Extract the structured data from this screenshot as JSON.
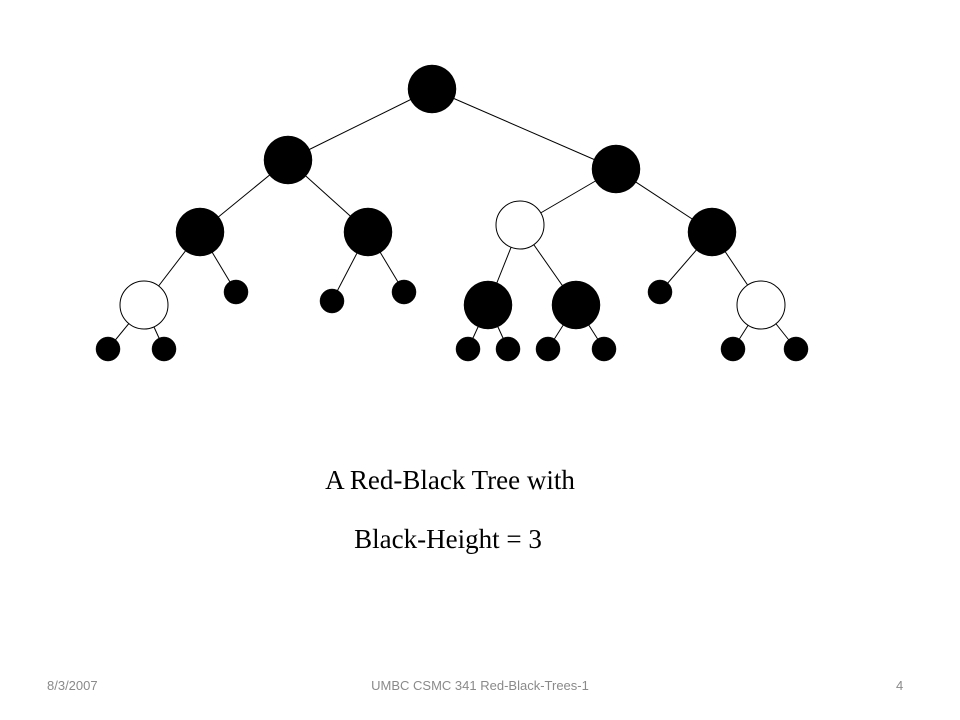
{
  "slide": {
    "caption_line_1": "A Red-Black Tree with",
    "caption_line_2": "Black-Height = 3",
    "footer_date": "8/3/2007",
    "footer_title": "UMBC CSMC 341 Red-Black-Trees-1",
    "footer_page": "4"
  },
  "tree": {
    "colors": {
      "black": "#000000",
      "red_shown_as_white": "#ffffff",
      "stroke": "#000000"
    },
    "nodes": [
      {
        "id": "root",
        "kind": "black",
        "size": "large"
      },
      {
        "id": "l",
        "kind": "black",
        "size": "large"
      },
      {
        "id": "r",
        "kind": "black",
        "size": "large"
      },
      {
        "id": "ll",
        "kind": "black",
        "size": "large"
      },
      {
        "id": "lr",
        "kind": "black",
        "size": "large"
      },
      {
        "id": "rl",
        "kind": "red",
        "size": "large"
      },
      {
        "id": "rr",
        "kind": "black",
        "size": "large"
      },
      {
        "id": "lll",
        "kind": "red",
        "size": "large"
      },
      {
        "id": "llr",
        "kind": "black",
        "size": "small"
      },
      {
        "id": "lrl",
        "kind": "black",
        "size": "small"
      },
      {
        "id": "lrr",
        "kind": "black",
        "size": "small"
      },
      {
        "id": "rll",
        "kind": "black",
        "size": "large"
      },
      {
        "id": "rlr",
        "kind": "black",
        "size": "large"
      },
      {
        "id": "rrl",
        "kind": "black",
        "size": "small"
      },
      {
        "id": "rrr",
        "kind": "red",
        "size": "large"
      },
      {
        "id": "llll",
        "kind": "black",
        "size": "small"
      },
      {
        "id": "lllr",
        "kind": "black",
        "size": "small"
      },
      {
        "id": "rlll",
        "kind": "black",
        "size": "small"
      },
      {
        "id": "rllr",
        "kind": "black",
        "size": "small"
      },
      {
        "id": "rlrl",
        "kind": "black",
        "size": "small"
      },
      {
        "id": "rlrr",
        "kind": "black",
        "size": "small"
      },
      {
        "id": "rrrl",
        "kind": "black",
        "size": "small"
      },
      {
        "id": "rrrr",
        "kind": "black",
        "size": "small"
      }
    ],
    "edges": [
      [
        "root",
        "l"
      ],
      [
        "root",
        "r"
      ],
      [
        "l",
        "ll"
      ],
      [
        "l",
        "lr"
      ],
      [
        "r",
        "rl"
      ],
      [
        "r",
        "rr"
      ],
      [
        "ll",
        "lll"
      ],
      [
        "ll",
        "llr"
      ],
      [
        "lr",
        "lrl"
      ],
      [
        "lr",
        "lrr"
      ],
      [
        "rl",
        "rll"
      ],
      [
        "rl",
        "rlr"
      ],
      [
        "rr",
        "rrl"
      ],
      [
        "rr",
        "rrr"
      ],
      [
        "lll",
        "llll"
      ],
      [
        "lll",
        "lllr"
      ],
      [
        "rll",
        "rlll"
      ],
      [
        "rll",
        "rllr"
      ],
      [
        "rlr",
        "rlrl"
      ],
      [
        "rlr",
        "rlrr"
      ],
      [
        "rrr",
        "rrrl"
      ],
      [
        "rrr",
        "rrrr"
      ]
    ]
  }
}
